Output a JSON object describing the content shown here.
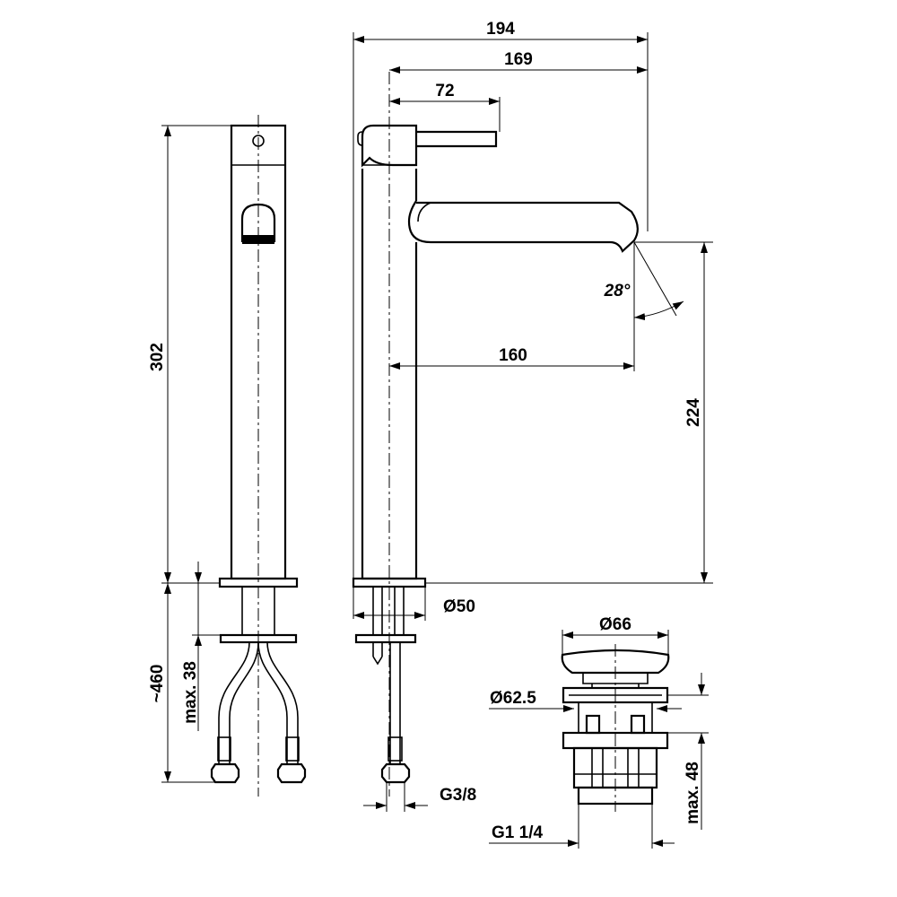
{
  "dimensions": {
    "width_194": "194",
    "reach_169": "169",
    "handle_72": "72",
    "spout_160": "160",
    "spout_height_224": "224",
    "angle_28": "28°",
    "height_302": "302",
    "hose_460": "~460",
    "max_38": "max. 38",
    "base_dia_50": "Ø50",
    "thread_g38": "G3/8",
    "waste_dia_66": "Ø66",
    "waste_dia_62_5": "Ø62.5",
    "waste_max_48": "max. 48",
    "waste_thread": "G1 1/4"
  }
}
